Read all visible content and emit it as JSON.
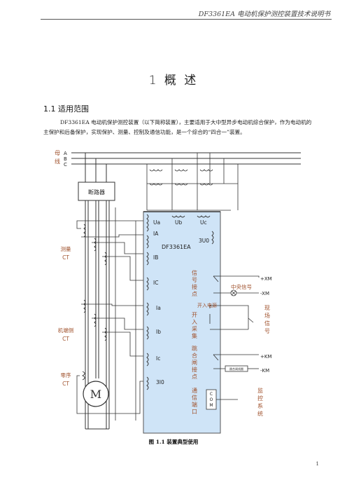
{
  "header": {
    "running_title": "DF3361EA 电动机保护测控装置技术说明书"
  },
  "chapter": {
    "title": "1 概    述"
  },
  "section": {
    "title": "1.1  适用范围"
  },
  "intro": {
    "text": "DF3361EA 电动机保护测控装置（以下简称装置），主要适用于大中型异步电动机综合保护，作为电动机的主保护和后备保护，实现保护、测量、控制及通信功能，是一个综合的“四合一”装置。"
  },
  "figure": {
    "caption": "图 1.1    装置典型使用",
    "bus_label": "母线",
    "phases": [
      "A",
      "B",
      "C"
    ],
    "breaker": "断路器",
    "ct_measure": "测量CT",
    "ct_machine": "机端侧CT",
    "ct_zero": "零序CT",
    "motor": "M",
    "device_name": "DF3361EA",
    "inputs": {
      "ua": "Ua",
      "ub": "Ub",
      "uc": "Uc",
      "u0": "3U0",
      "ia_m": "IA",
      "ib_m": "IB",
      "ic_m": "IC",
      "ia": "Ia",
      "ib": "Ib",
      "ic": "Ic",
      "i0": "3I0"
    },
    "signal_contact": "信号接点",
    "central_signal": "中央信号",
    "xm_pos": "+XM",
    "xm_neg": "-XM",
    "power_input": "开入电源",
    "input_collect": "开入采集",
    "field_signal": "现场信号",
    "trip_contact": "跳合闸接点",
    "km_pos": "+KM",
    "km_neg": "-KM",
    "trip_circuit": "跳合闸线圈",
    "comm_port": "通信端口",
    "com": "COM",
    "monitoring": "监控系统"
  },
  "page_number": "1"
}
